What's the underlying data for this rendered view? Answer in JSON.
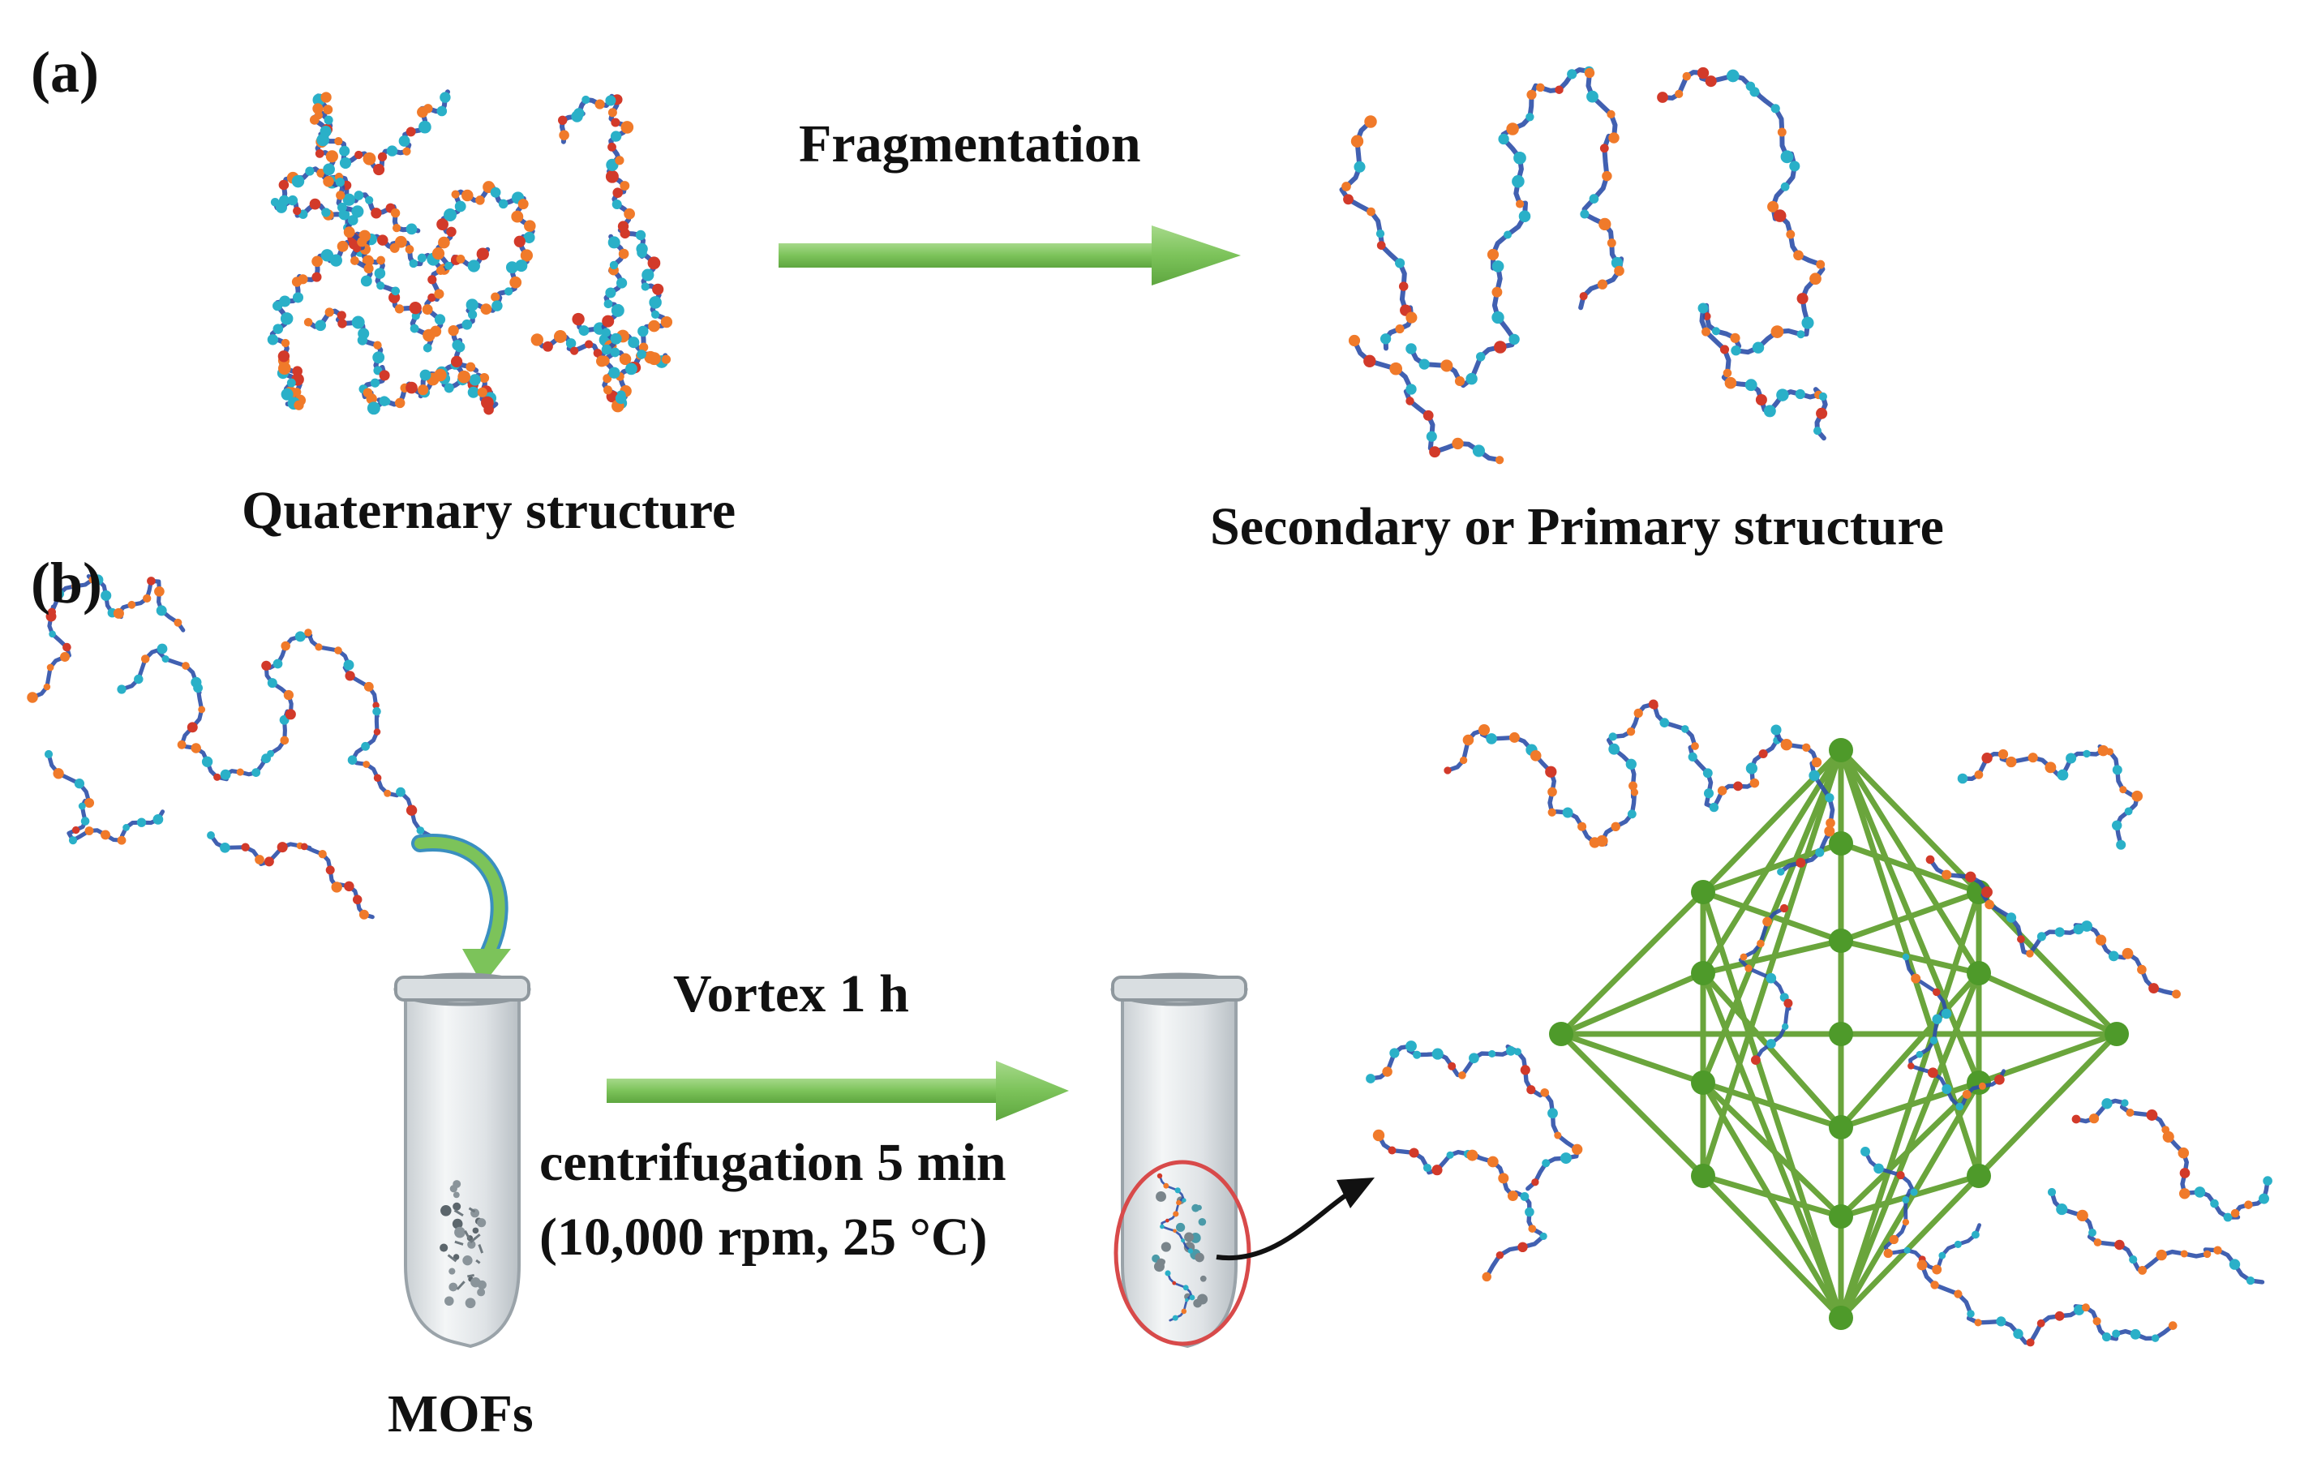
{
  "panel_a": {
    "label": "(a)",
    "arrow_label": "Fragmentation",
    "left_caption": "Quaternary structure",
    "right_caption": "Secondary or Primary structure"
  },
  "panel_b": {
    "label": "(b)",
    "arrow_label_top": "Vortex 1 h",
    "arrow_label_bottom_1": "centrifugation 5 min",
    "arrow_label_bottom_2": "(10,000 rpm, 25 °C)",
    "tube_caption": "MOFs"
  },
  "colors": {
    "arrow_green": "#7cc35a",
    "framework_green": "#6aa53c",
    "node_green": "#4e9a2a",
    "chain_blue": "#2c4fa8",
    "chain_orange": "#f07a2a",
    "chain_red": "#d23a2a",
    "chain_cyan": "#2ab0c8",
    "ellipse_red": "#d84a4a"
  },
  "icons": [
    "protein-chain-icon",
    "centrifuge-tube-icon",
    "mof-framework-icon",
    "curved-arrow-icon"
  ]
}
